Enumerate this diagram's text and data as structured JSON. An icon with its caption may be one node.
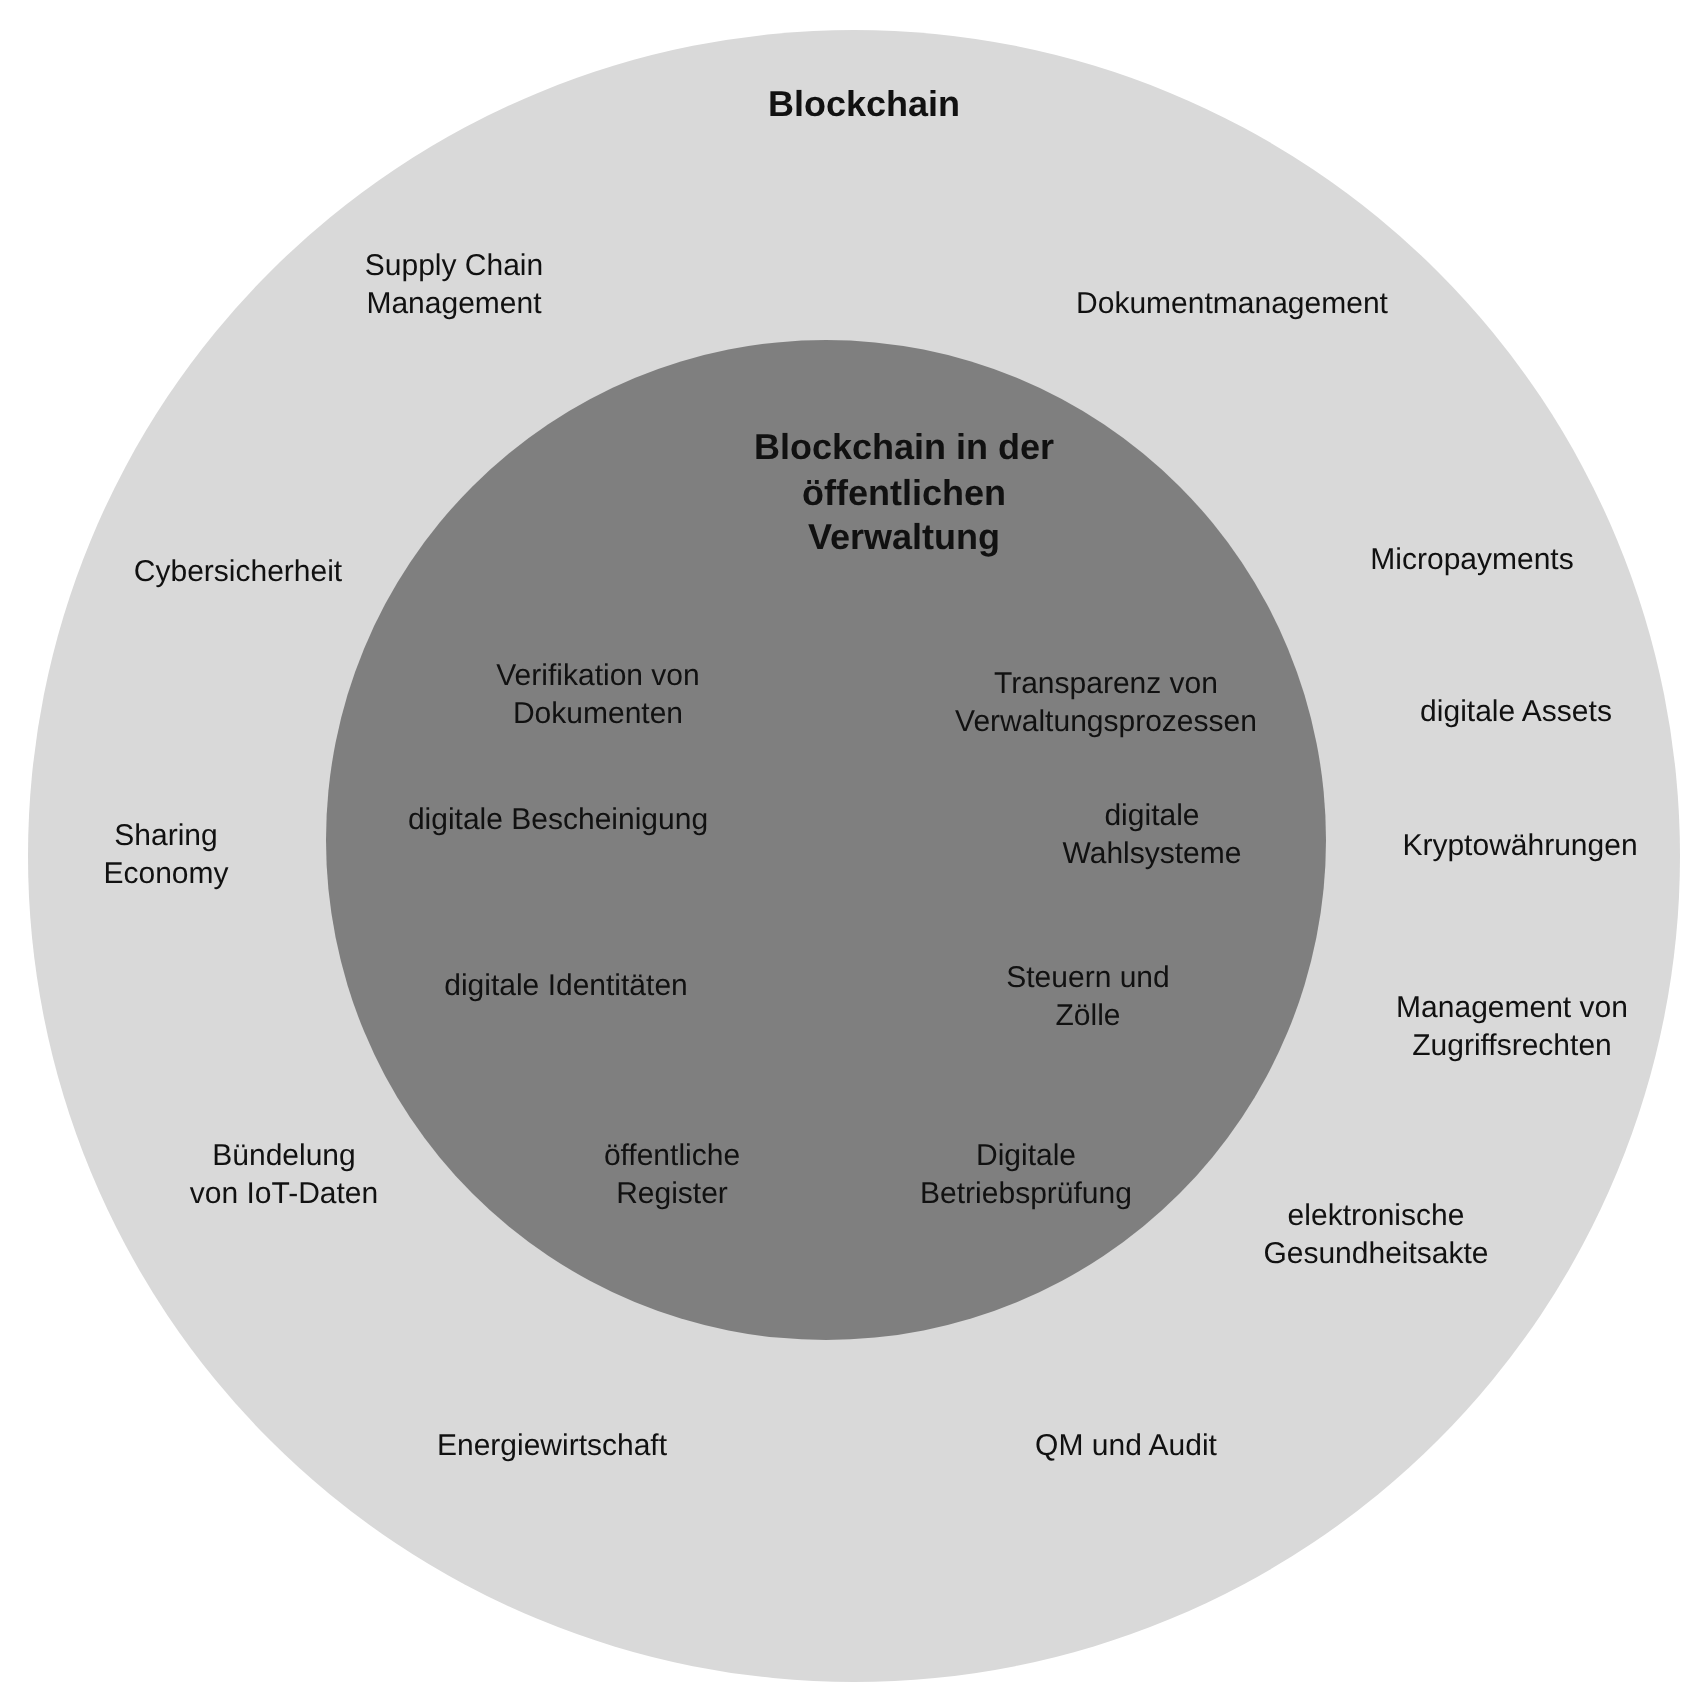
{
  "diagram": {
    "nodes": [
      {
        "text": [
          "Blockchain",
          "Supply Chain Management",
          "Dokumentmanagement",
          "Cybersicherheit",
          "Micropayments",
          "digitale Assets",
          "Sharing Economy",
          "Kryptowährungen",
          "Management von Zugriffsrechten",
          "Bündelung von IoT-Daten",
          "elektronische Gesundheitsakte",
          "Energiewirtschaft",
          "QM und Audit"
        ]
      },
      {
        "text": [
          "Blockchain in der öffentlichen Verwaltung",
          "Verifikation von Dokumenten",
          "Transparenz von Verwaltungsprozessen",
          "digitale Bescheinigung",
          "digitale Wahlsysteme",
          "digitale Identitäten",
          "Steuern und Zölle",
          "öffentliche Register",
          "Digitale Betriebsprüfung"
        ],
        "in": 0
      }
    ]
  }
}
